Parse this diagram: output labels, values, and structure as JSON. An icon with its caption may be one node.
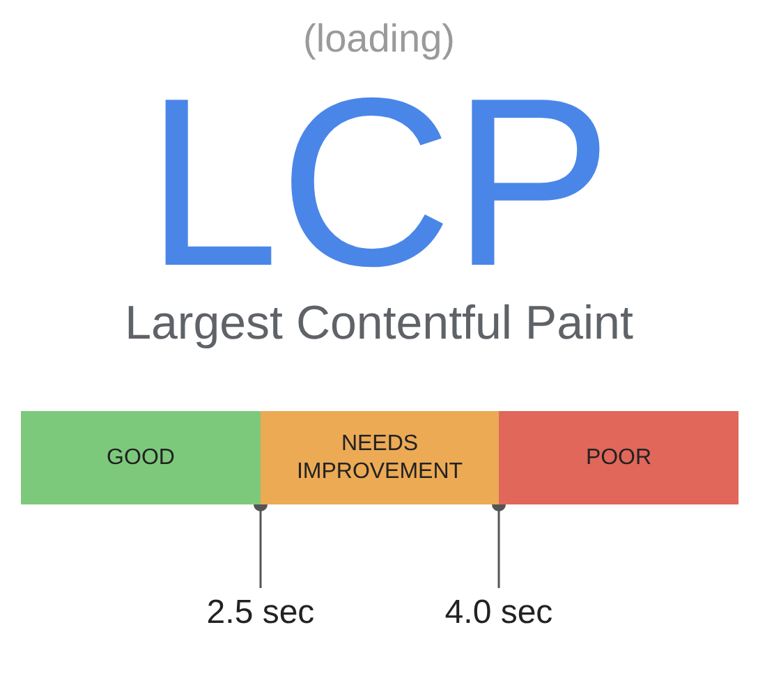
{
  "diagram": {
    "nodes": [
      {
        "text": [
          "GOOD"
        ]
      },
      {
        "text": [
          "NEEDS IMPROVEMENT"
        ]
      },
      {
        "text": [
          "POOR"
        ]
      }
    ],
    "labels": [
      "(loading)",
      "LCP",
      "Largest Contentful Paint",
      "2.5 sec",
      "4.0 sec"
    ]
  }
}
